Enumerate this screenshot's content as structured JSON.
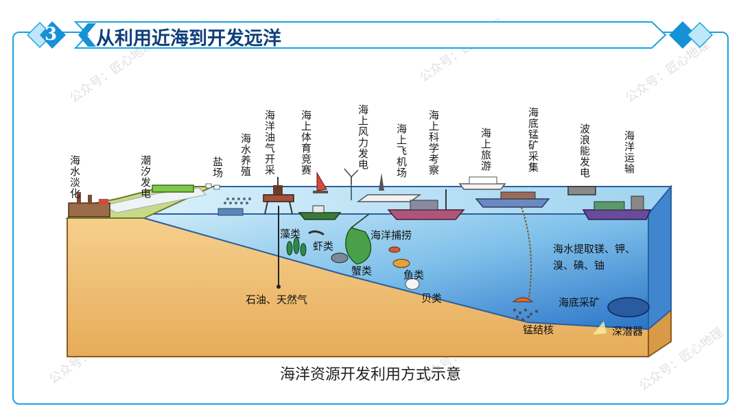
{
  "header": {
    "number": "3",
    "title": "从利用近海到开发远洋"
  },
  "labels": {
    "desalination": "海水淡化",
    "tidal_power": "潮汐发电",
    "salt_field": "盐场",
    "aquaculture": "海水养殖",
    "oil_gas": "海洋油气开采",
    "sports": "海上体育竞赛",
    "wind_power": "海上风力发电",
    "airport": "海上飞机场",
    "research": "海上科学考察",
    "tourism": "海上旅游",
    "manganese_mining": "海底锰矿采集",
    "wave_power": "波浪能发电",
    "shipping": "海洋运输"
  },
  "inner_labels": {
    "algae": "藻类",
    "shrimp": "虾类",
    "fishing": "海洋捕捞",
    "crab": "蟹类",
    "fish": "鱼类",
    "shellfish": "贝类",
    "oil_gas_deposit": "石油、天然气",
    "extraction_line1": "海水提取镁、钾、",
    "extraction_line2": "溴、碘、铀",
    "seabed_mining": "海底采矿",
    "nodules": "锰结核",
    "submersible": "深潜器"
  },
  "caption": "海洋资源开发利用方式示意",
  "watermark": "公众号：匠心地理",
  "colors": {
    "frame": "#16a3e0",
    "banner_dark": "#1690d6",
    "title": "#0e3e7a",
    "sea_surface": "#9fd6ef",
    "sea_deep": "#2f7fd0",
    "sand": "#f0c27a"
  }
}
